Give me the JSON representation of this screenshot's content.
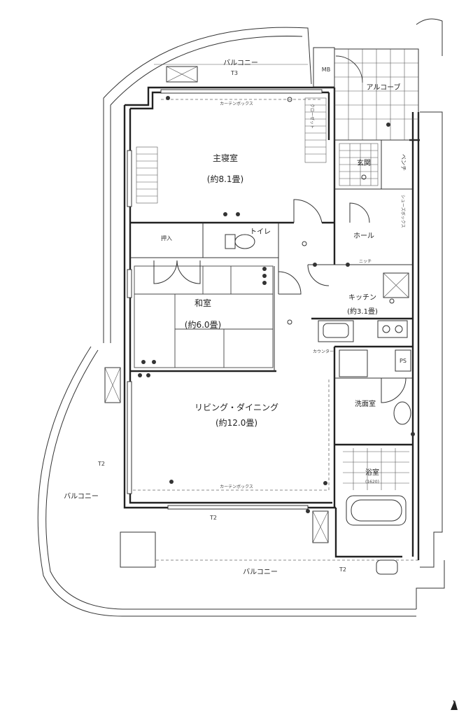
{
  "rooms": {
    "master_bedroom": {
      "name": "主寝室",
      "size": "(約8.1畳)"
    },
    "japanese_room": {
      "name": "和室",
      "size": "(約6.0畳)"
    },
    "living_dining": {
      "name": "リビング・ダイニング",
      "size": "(約12.0畳)"
    },
    "kitchen": {
      "name": "キッチン",
      "size": "(約3.1畳)"
    },
    "washroom": {
      "name": "洗面室"
    },
    "bathroom": {
      "name": "浴室",
      "size": "(1620)"
    },
    "entrance": {
      "name": "玄関"
    },
    "hall": {
      "name": "ホール"
    },
    "toilet": {
      "name": "トイレ"
    },
    "alcove": {
      "name": "アルコーブ"
    }
  },
  "spaces": {
    "balcony_top": "バルコニー",
    "balcony_left": "バルコニー",
    "balcony_bottom": "バルコニー",
    "mb": "MB",
    "ps": "PS",
    "bench": "ベンチ",
    "shoes_box": "シューズボックス",
    "closet": "クローゼット",
    "storage": "押入",
    "niche": "ニッチ",
    "counter": "カウンター"
  },
  "markers": {
    "t3": "T3",
    "t2_left": "T2",
    "t2_mid": "T2",
    "t2_right": "T2"
  },
  "annotations": {
    "curtain_box_top": "カーテンボックス",
    "curtain_box_bottom": "カーテンボックス"
  }
}
